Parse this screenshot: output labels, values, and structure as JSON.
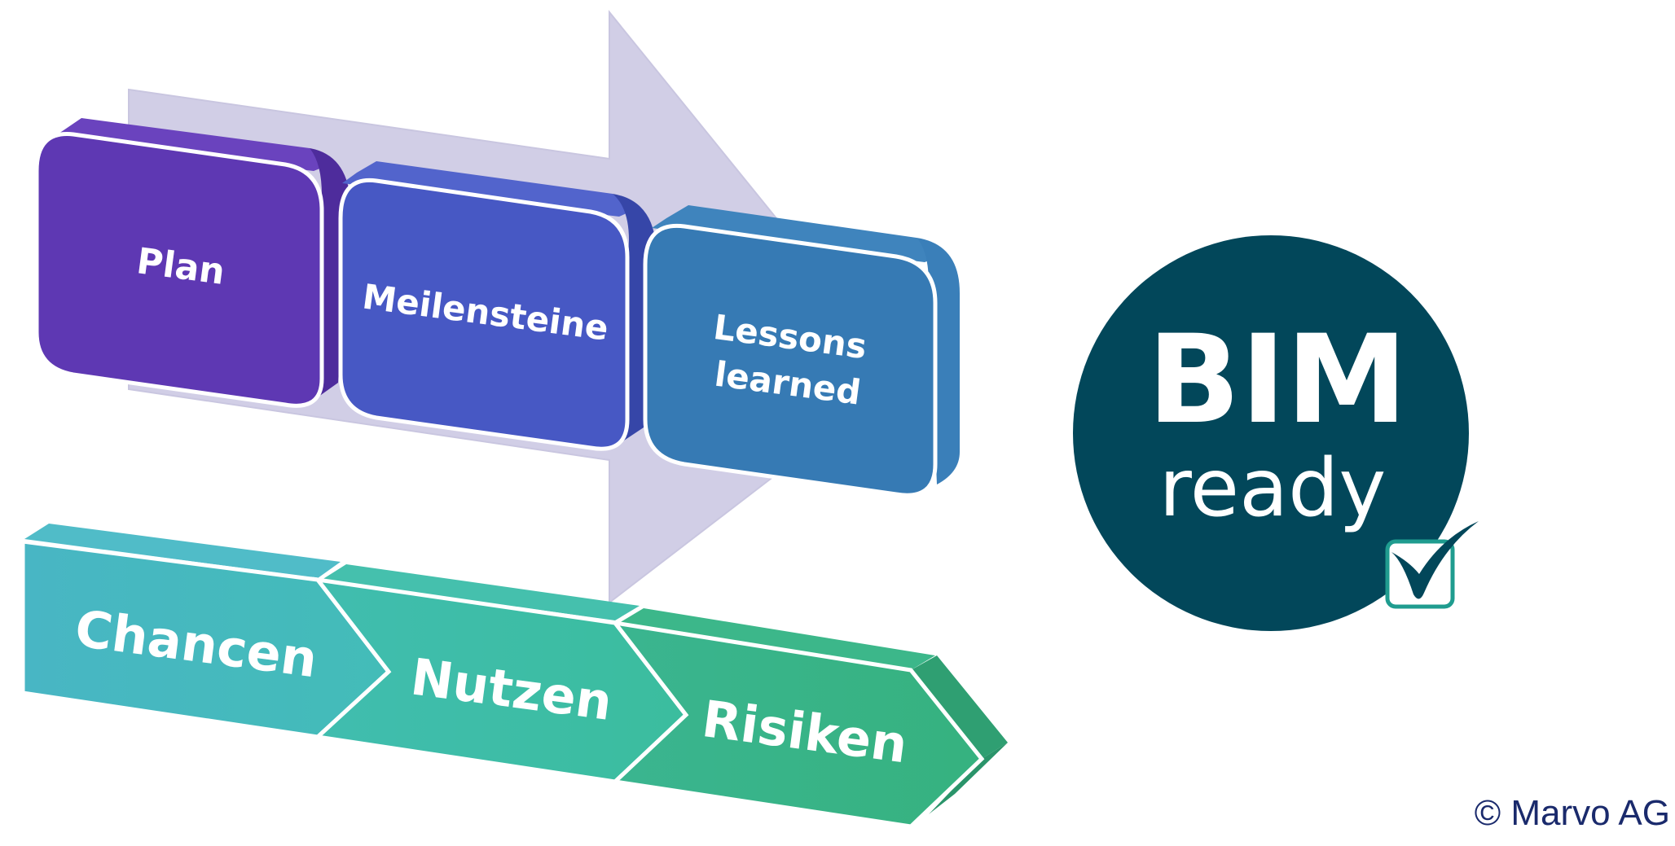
{
  "steps": [
    {
      "label": "Plan",
      "color": "#5e38b3"
    },
    {
      "label": "Meilensteine",
      "color": "#4758c4"
    },
    {
      "label_line1": "Lessons",
      "label_line2": "learned",
      "color": "#367ab4"
    }
  ],
  "arrow_color": "#d1cee6",
  "chevrons": [
    {
      "label": "Chancen",
      "color": "#45b8c0"
    },
    {
      "label": "Nutzen",
      "color": "#3dbda4"
    },
    {
      "label": "Risiken",
      "color": "#38b283"
    }
  ],
  "badge": {
    "title": "BIM",
    "subtitle": "ready",
    "color": "#02475a",
    "check_color": "#1f9c8f"
  },
  "copyright": "© Marvo AG"
}
